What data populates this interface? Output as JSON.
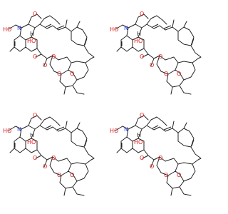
{
  "structures": [
    {
      "labels": {
        "hydroxyimino": "HO",
        "imine_n": "N",
        "hydroxyl": "HO",
        "o_ring": "O",
        "o_ester_a": "O",
        "o_ester_b": "O",
        "o_spiro_a": "O",
        "o_spiro_b": "O",
        "o_link": "O",
        "h": "H"
      }
    },
    {
      "labels": {
        "hydroxyimino": "HO",
        "imine_n": "N",
        "hydroxyl": "HO",
        "o_ring": "O",
        "o_ester_a": "O",
        "o_ester_b": "O",
        "o_spiro_a": "O",
        "o_spiro_b": "O",
        "o_link": "O",
        "h": "H"
      }
    },
    {
      "labels": {
        "hydroxyimino": "HO",
        "imine_n": "N",
        "hydroxyl": "HO",
        "o_ring": "O",
        "o_ester_a": "O",
        "o_ester_b": "O",
        "o_spiro_a": "O",
        "o_spiro_b": "O",
        "o_link": "O",
        "h": "H"
      }
    },
    {
      "labels": {
        "hydroxyimino": "HO",
        "imine_n": "N",
        "hydroxyl": "HO",
        "o_ring": "O",
        "o_ester_a": "O",
        "o_ester_b": "O",
        "o_spiro_a": "O",
        "o_spiro_b": "O",
        "o_link": "O",
        "h": "H"
      }
    }
  ],
  "colors": {
    "bond": "#222222",
    "oxygen": "#e0201f",
    "nitrogen": "#2a3bd6",
    "background": "#ffffff"
  }
}
